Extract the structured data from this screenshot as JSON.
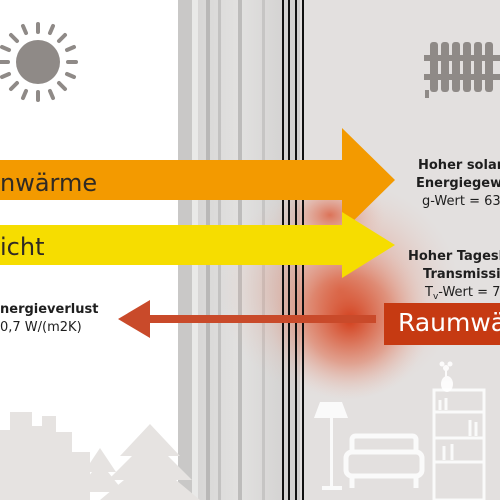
{
  "arrows": {
    "solar_heat_label": "nwärme",
    "daylight_label": "icht",
    "room_heat_label": "Raumwä"
  },
  "info": {
    "solar": {
      "line1": "Hoher solar",
      "line2": "Energiegew",
      "line3": "g-Wert = 63"
    },
    "daylight": {
      "line1": "Hoher Tagesl",
      "line2": "Transmissi",
      "line3_prefix": "T",
      "line3_sub": "v",
      "line3_suffix": "-Wert = 7"
    },
    "loss": {
      "line1": "nergieverlust",
      "line2": "0,7 W/(m2K)"
    }
  },
  "colors": {
    "solar_arrow": "#f39a00",
    "daylight_arrow": "#f6dd00",
    "room_arrow": "#c63a12",
    "icon_grey": "#8f8a87",
    "silhouette": "#e6e3e1"
  },
  "icons": [
    "sun-icon",
    "radiator-icon",
    "city-silhouette",
    "tree-icon",
    "lamp-icon",
    "armchair-icon",
    "shelf-icon",
    "vase-icon"
  ]
}
